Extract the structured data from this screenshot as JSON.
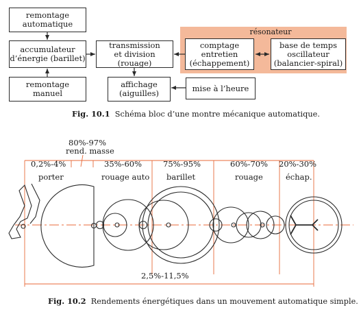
{
  "fig1": {
    "remontage_auto": [
      "remontage",
      "automatique"
    ],
    "accumulateur": [
      "accumulateur",
      "d’énergie (barillet)"
    ],
    "remontage_manuel": [
      "remontage",
      "manuel"
    ],
    "transmission": [
      "transmission",
      "et division (rouage)"
    ],
    "affichage": [
      "affichage",
      "(aiguilles)"
    ],
    "mise_heure": "mise à l’heure",
    "resonateur_title": "résonateur",
    "comptage": [
      "comptage",
      "entretien",
      "(échappement)"
    ],
    "base_temps": [
      "base de temps",
      "oscillateur",
      "(balancier-spiral)"
    ],
    "caption_num": "Fig. 10.1",
    "caption_text": "Schéma bloc d’une montre mécanique automatique."
  },
  "fig2": {
    "rend_top": "80%-97%",
    "rend_bottom": "rend. masse",
    "segments": [
      {
        "pct": "0,2%-4%",
        "label": "porter"
      },
      {
        "pct": "35%-60%",
        "label": "rouage auto"
      },
      {
        "pct": "75%-95%",
        "label": "barillet"
      },
      {
        "pct": "60%-70%",
        "label": "rouage"
      },
      {
        "pct": "20%-30%",
        "label": "échap."
      }
    ],
    "total": "2,5%-11,5%",
    "caption_num": "Fig. 10.2",
    "caption_text": "Rendements énergétiques dans un mouvement automatique simple."
  },
  "colors": {
    "resonator_bg": "#f4b99a",
    "accent": "#e86a3a",
    "line": "#2a2a2a"
  }
}
